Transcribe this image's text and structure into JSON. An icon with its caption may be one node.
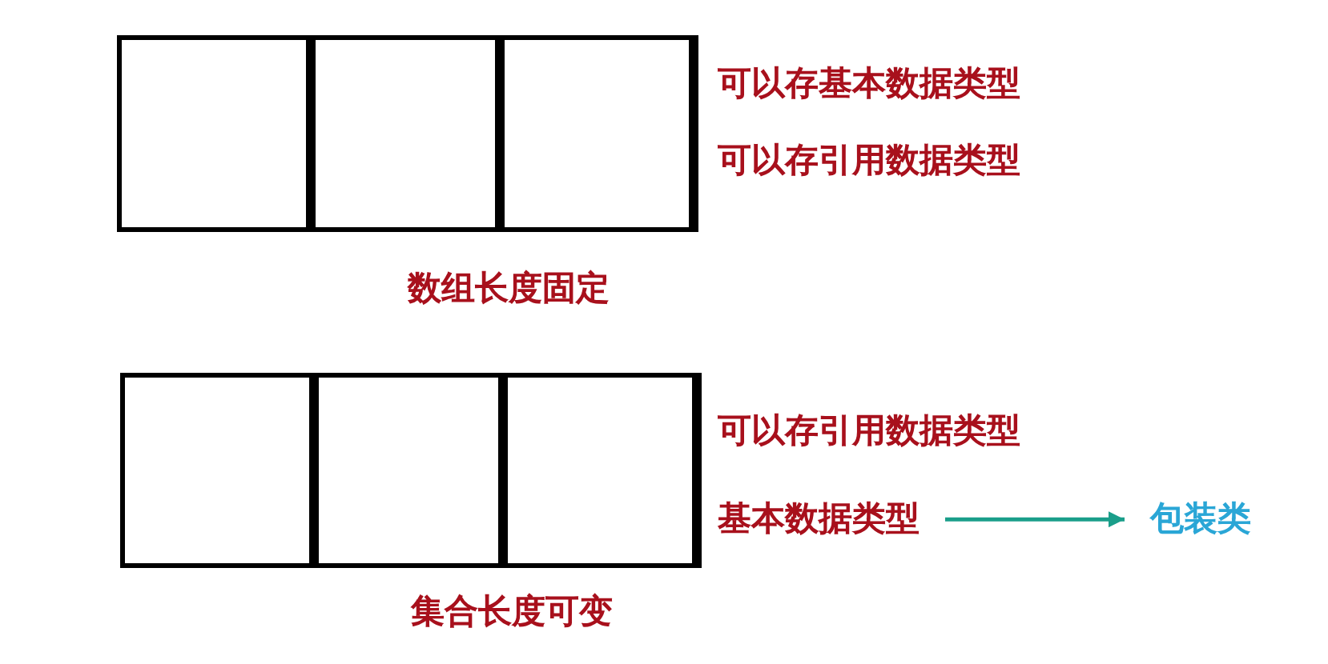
{
  "diagram": {
    "nodes": [
      {
        "text": [],
        "shape": "box",
        "beside": [
          "数组长度固定"
        ]
      },
      {
        "text": [],
        "shape": "box",
        "in": 0
      },
      {
        "text": [],
        "shape": "box",
        "in": 0
      },
      {
        "text": [],
        "shape": "box",
        "in": 0
      },
      {
        "text": [],
        "shape": "box",
        "beside": [
          "集合长度可变"
        ]
      },
      {
        "text": [],
        "shape": "box",
        "in": 4
      },
      {
        "text": [],
        "shape": "box",
        "in": 4
      },
      {
        "text": [],
        "shape": "box",
        "in": 4
      },
      {
        "text": [
          "基本数据类型"
        ]
      },
      {
        "text": [
          "包装类"
        ]
      }
    ],
    "edges": [
      {
        "from": 8,
        "to": 9,
        "arrow": "to",
        "color": "#1a9e8a"
      }
    ],
    "labels": [
      "可以存基本数据类型",
      "可以存引用数据类型",
      "可以存引用数据类型"
    ]
  }
}
